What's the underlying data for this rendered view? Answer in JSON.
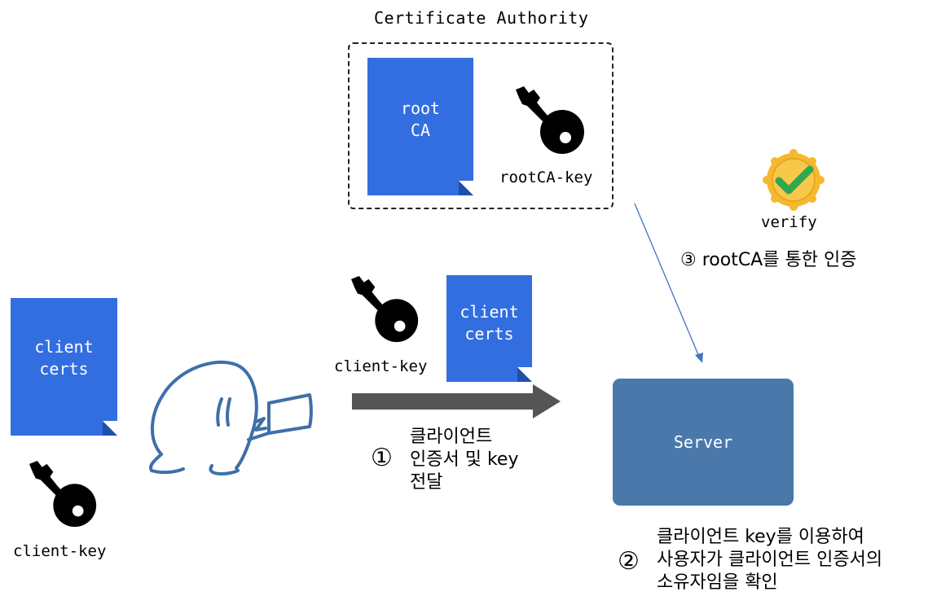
{
  "ca": {
    "title": "Certificate Authority",
    "root_doc_line1": "root",
    "root_doc_line2": "CA",
    "key_label": "rootCA-key"
  },
  "verify": {
    "label": "verify",
    "step_label": "③ rootCA를 통한 인증"
  },
  "client_side": {
    "doc_line1": "client",
    "doc_line2": "certs",
    "key_label": "client-key"
  },
  "transfer": {
    "doc_line1": "client",
    "doc_line2": "certs",
    "key_label": "client-key",
    "step_number": "①",
    "step_line1": "클라이언트",
    "step_line2": "인증서 및 key",
    "step_line3": "전달"
  },
  "server": {
    "label": "Server",
    "step_number": "②",
    "step_line1": "클라이언트 key를 이용하여",
    "step_line2": "사용자가 클라이언트 인증서의",
    "step_line3": "소유자임을 확인"
  },
  "colors": {
    "doc_blue": "#336ee0",
    "server_blue": "#4a78ab",
    "arrow_gray": "#555555",
    "line_blue": "#4472c4",
    "badge_gold": "#f5b82e",
    "check_green": "#2fa84f"
  }
}
